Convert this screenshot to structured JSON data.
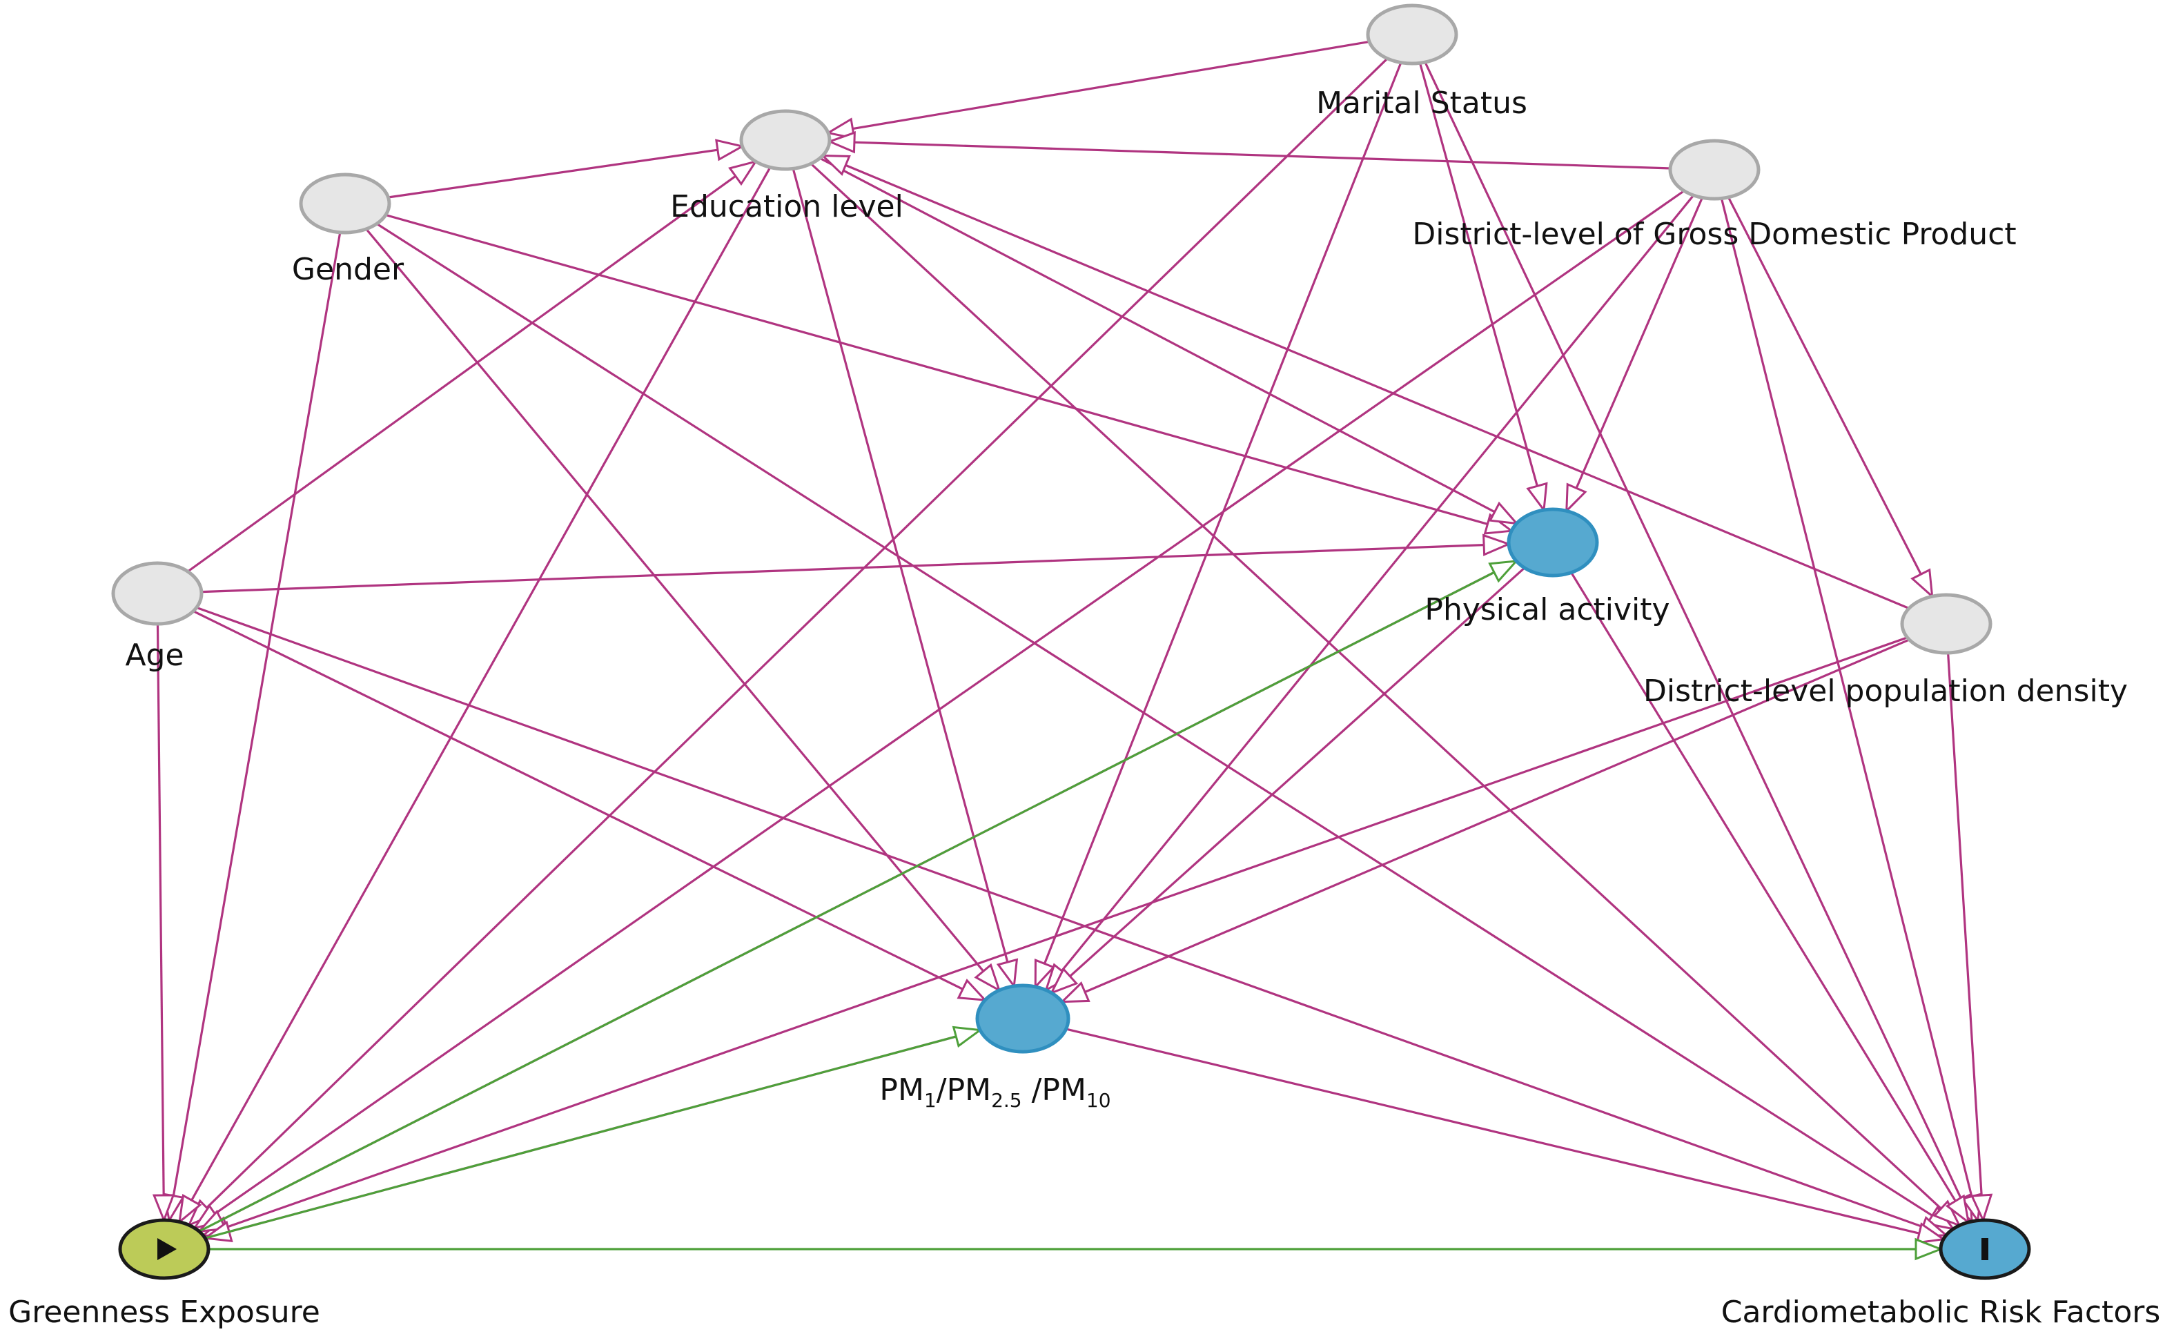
{
  "nodes": [
    {
      "id": "marital",
      "label": "Marital Status",
      "kind": "adjusted"
    },
    {
      "id": "education",
      "label": "Education level",
      "kind": "adjusted"
    },
    {
      "id": "gender",
      "label": "Gender",
      "kind": "adjusted"
    },
    {
      "id": "gdp",
      "label": "District-level of Gross Domestic Product",
      "kind": "adjusted"
    },
    {
      "id": "age",
      "label": "Age",
      "kind": "adjusted"
    },
    {
      "id": "popdens",
      "label": "District-level population density",
      "kind": "adjusted"
    },
    {
      "id": "pa",
      "label": "Physical activity",
      "kind": "ancestor"
    },
    {
      "id": "pm",
      "label": "PM1/PM2.5 /PM10",
      "kind": "ancestor"
    },
    {
      "id": "greenness",
      "label": "Greenness Exposure",
      "kind": "exposure"
    },
    {
      "id": "cardio",
      "label": "Cardiometabolic Risk Factors",
      "kind": "outcome"
    }
  ],
  "pm_label_parts": {
    "base1": "PM",
    "sub1": "1",
    "sep1": "/PM",
    "sub2": "2.5",
    "sep2": " /PM",
    "sub3": "10"
  },
  "edges": [
    {
      "from": "marital",
      "to": "education",
      "type": "causal"
    },
    {
      "from": "marital",
      "to": "greenness",
      "type": "causal"
    },
    {
      "from": "marital",
      "to": "pm",
      "type": "causal"
    },
    {
      "from": "marital",
      "to": "pa",
      "type": "causal"
    },
    {
      "from": "marital",
      "to": "cardio",
      "type": "causal"
    },
    {
      "from": "gdp",
      "to": "education",
      "type": "causal"
    },
    {
      "from": "gdp",
      "to": "greenness",
      "type": "causal"
    },
    {
      "from": "gdp",
      "to": "pm",
      "type": "causal"
    },
    {
      "from": "gdp",
      "to": "pa",
      "type": "causal"
    },
    {
      "from": "gdp",
      "to": "popdens",
      "type": "causal"
    },
    {
      "from": "gdp",
      "to": "cardio",
      "type": "causal"
    },
    {
      "from": "gender",
      "to": "education",
      "type": "causal"
    },
    {
      "from": "gender",
      "to": "greenness",
      "type": "causal"
    },
    {
      "from": "gender",
      "to": "pm",
      "type": "causal"
    },
    {
      "from": "gender",
      "to": "pa",
      "type": "causal"
    },
    {
      "from": "gender",
      "to": "cardio",
      "type": "causal"
    },
    {
      "from": "age",
      "to": "education",
      "type": "causal"
    },
    {
      "from": "age",
      "to": "greenness",
      "type": "causal"
    },
    {
      "from": "age",
      "to": "pm",
      "type": "causal"
    },
    {
      "from": "age",
      "to": "pa",
      "type": "causal"
    },
    {
      "from": "age",
      "to": "cardio",
      "type": "causal"
    },
    {
      "from": "education",
      "to": "greenness",
      "type": "causal"
    },
    {
      "from": "education",
      "to": "pm",
      "type": "causal"
    },
    {
      "from": "education",
      "to": "pa",
      "type": "causal"
    },
    {
      "from": "education",
      "to": "cardio",
      "type": "causal"
    },
    {
      "from": "popdens",
      "to": "education",
      "type": "causal"
    },
    {
      "from": "popdens",
      "to": "greenness",
      "type": "causal"
    },
    {
      "from": "popdens",
      "to": "pm",
      "type": "causal"
    },
    {
      "from": "popdens",
      "to": "cardio",
      "type": "causal"
    },
    {
      "from": "pa",
      "to": "greenness",
      "type": "causal"
    },
    {
      "from": "pa",
      "to": "pm",
      "type": "causal"
    },
    {
      "from": "pa",
      "to": "cardio",
      "type": "causal"
    },
    {
      "from": "pm",
      "to": "greenness",
      "type": "causal"
    },
    {
      "from": "pm",
      "to": "cardio",
      "type": "causal"
    },
    {
      "from": "greenness",
      "to": "pa",
      "type": "open"
    },
    {
      "from": "greenness",
      "to": "pm",
      "type": "open"
    },
    {
      "from": "greenness",
      "to": "cardio",
      "type": "open"
    }
  ],
  "colors": {
    "causal_edge": "#b03480",
    "open_edge": "#4ea03a",
    "adjusted_fill": "#e6e6e6",
    "ancestor_fill": "#56a9d0",
    "exposure_fill": "#bccb58",
    "outcome_fill": "#56a9d0"
  },
  "icons": {
    "exposure": "play-icon",
    "outcome": "bar-icon"
  }
}
